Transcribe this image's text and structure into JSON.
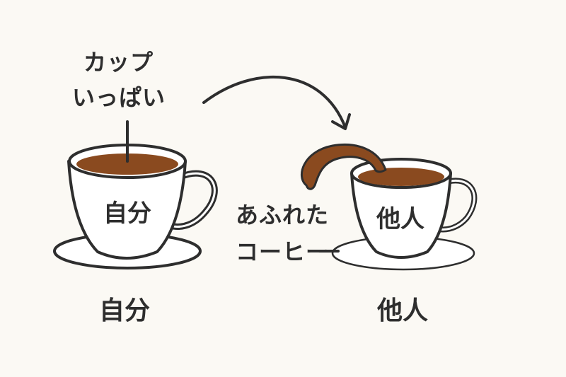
{
  "labels": {
    "full_cup_line1": "カップ",
    "full_cup_line2": "いっぱい",
    "self_cup": "自分",
    "other_cup": "他人",
    "overflow_line1": "あふれた",
    "overflow_line2": "コーヒー",
    "self_caption": "自分",
    "other_caption": "他人"
  },
  "colors": {
    "background": "#fbf9f4",
    "outline": "#2e2e2e",
    "coffee": "#8a4a1f",
    "cup_fill": "#ffffff"
  }
}
